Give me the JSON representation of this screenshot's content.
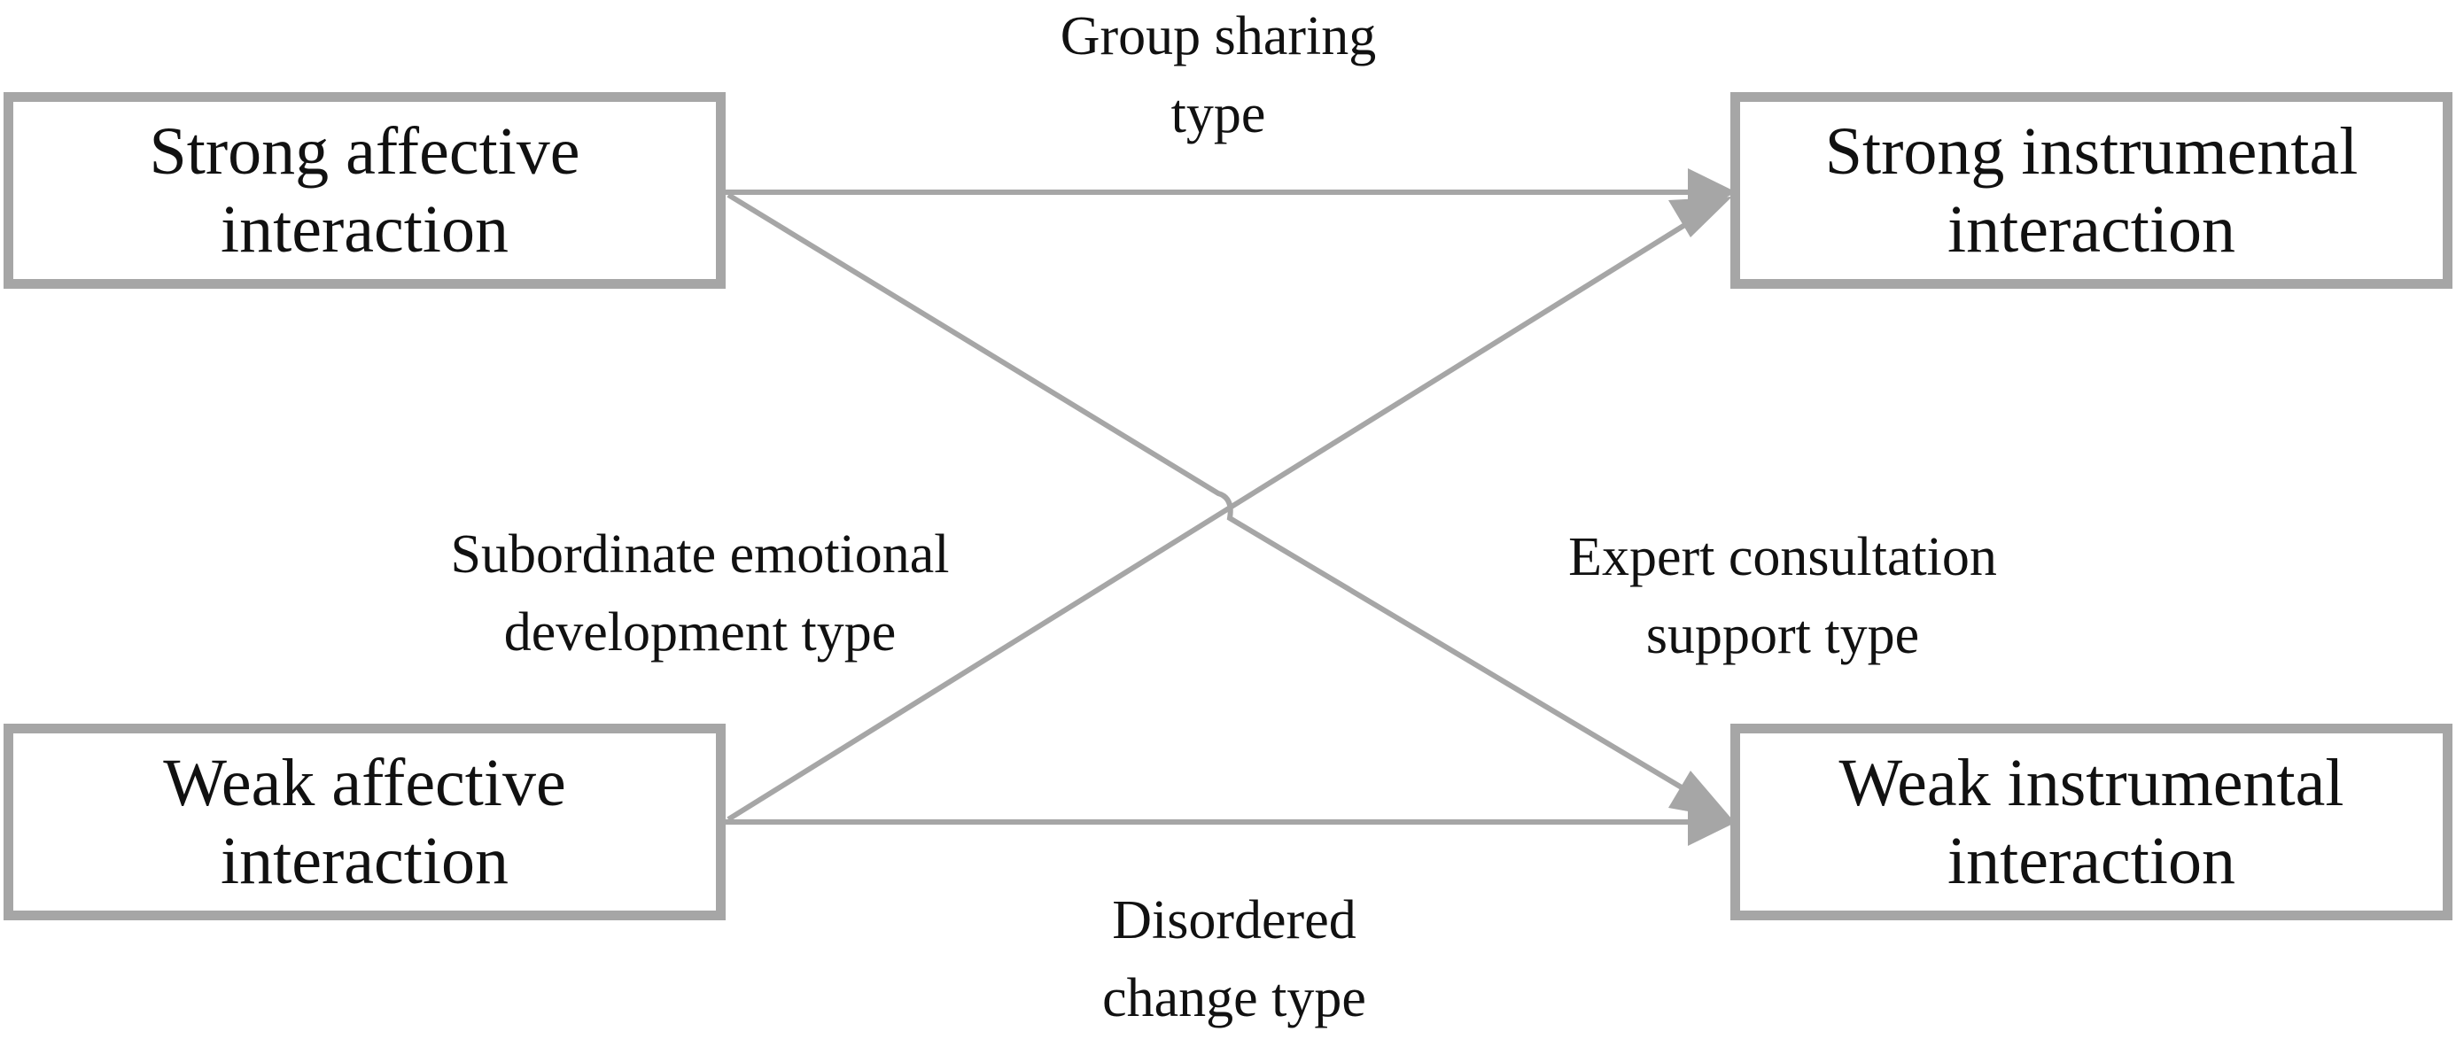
{
  "nodes": {
    "strong_affective": {
      "line1": "Strong affective",
      "line2": "interaction"
    },
    "strong_instrumental": {
      "line1": "Strong instrumental",
      "line2": "interaction"
    },
    "weak_affective": {
      "line1": "Weak affective",
      "line2": "interaction"
    },
    "weak_instrumental": {
      "line1": "Weak instrumental",
      "line2": "interaction"
    }
  },
  "edges": {
    "group_sharing": {
      "line1": "Group sharing",
      "line2": "type",
      "from": "strong_affective",
      "to": "strong_instrumental"
    },
    "expert_consultation": {
      "line1": "Expert consultation",
      "line2": "support type",
      "from": "strong_affective",
      "to": "weak_instrumental"
    },
    "subordinate_emotional": {
      "line1": "Subordinate emotional",
      "line2": "development type",
      "from": "weak_affective",
      "to": "strong_instrumental"
    },
    "disordered_change": {
      "line1": "Disordered",
      "line2": "change type",
      "from": "weak_affective",
      "to": "weak_instrumental"
    }
  },
  "colors": {
    "box_border": "#a6a6a6",
    "arrow": "#a6a6a6",
    "text": "#111111"
  }
}
